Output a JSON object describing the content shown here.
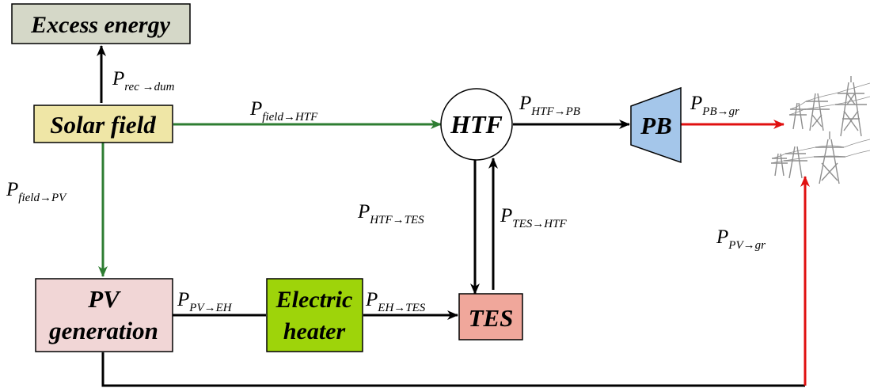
{
  "nodes": {
    "excess_energy": "Excess energy",
    "solar_field": "Solar field",
    "htf": "HTF",
    "pb": "PB",
    "pv_generation_line1": "PV",
    "pv_generation_line2": "generation",
    "electric_heater_line1": "Electric",
    "electric_heater_line2": "heater",
    "tes": "TES"
  },
  "flows": {
    "rec_dum": {
      "base": "P",
      "sub": "rec →dum"
    },
    "field_htf": {
      "base": "P",
      "sub": "field→HTF"
    },
    "htf_pb": {
      "base": "P",
      "sub": "HTF→PB"
    },
    "pb_gr": {
      "base": "P",
      "sub": "PB→gr"
    },
    "field_pv": {
      "base": "P",
      "sub": "field→PV"
    },
    "htf_tes": {
      "base": "P",
      "sub": "HTF→TES"
    },
    "tes_htf": {
      "base": "P",
      "sub": "TES→HTF"
    },
    "pv_gr": {
      "base": "P",
      "sub": "PV→gr"
    },
    "pv_eh": {
      "base": "P",
      "sub": "PV→EH"
    },
    "eh_tes": {
      "base": "P",
      "sub": "EH→TES"
    }
  },
  "colors": {
    "excess_energy_fill": "#d5d8c8",
    "solar_field_fill": "#efe6a6",
    "pv_fill": "#f1d6d6",
    "heater_fill": "#9ed40a",
    "tes_fill": "#f0a79b",
    "pb_fill": "#a4c6ea",
    "green_flow": "#2e7d32",
    "red_flow": "#e01010",
    "black_flow": "#000000"
  },
  "icons": {
    "grid": "power-transmission-towers-icon"
  }
}
